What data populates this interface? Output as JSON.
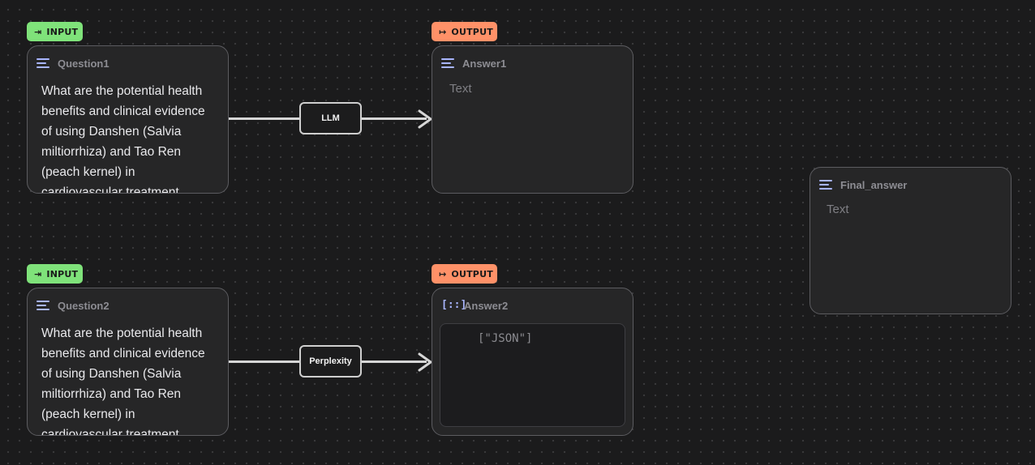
{
  "colors": {
    "canvas_bg": "#1b1b1c",
    "node_bg": "#262627",
    "node_border": "#5c5c60",
    "input_badge": "#7fe27a",
    "output_badge": "#ff9168",
    "icon_accent": "#a9b6ff",
    "edge": "#d6d6d6"
  },
  "badges": {
    "input_label": "INPUT",
    "output_label": "OUTPUT",
    "input_icon": "arrow-into-bar-icon",
    "output_icon": "arrow-out-of-bar-icon"
  },
  "nodes": {
    "question1": {
      "title": "Question1",
      "icon": "text-lines-icon",
      "text": "What are the potential health benefits and clinical evidence of using Danshen (Salvia miltiorrhiza) and Tao Ren (peach kernel) in cardiovascular treatment"
    },
    "answer1": {
      "title": "Answer1",
      "icon": "text-lines-icon",
      "placeholder": "Text"
    },
    "question2": {
      "title": "Question2",
      "icon": "text-lines-icon",
      "text": "What are the potential health benefits and clinical evidence of using Danshen (Salvia miltiorrhiza) and Tao Ren (peach kernel) in cardiovascular treatment"
    },
    "answer2": {
      "title": "Answer2",
      "icon": "json-brackets-icon",
      "placeholder": "[\"JSON\"]"
    },
    "final_answer": {
      "title": "Final_answer",
      "icon": "text-lines-icon",
      "placeholder": "Text"
    }
  },
  "edges": {
    "edge1_label": "LLM",
    "edge2_label": "Perplexity"
  }
}
